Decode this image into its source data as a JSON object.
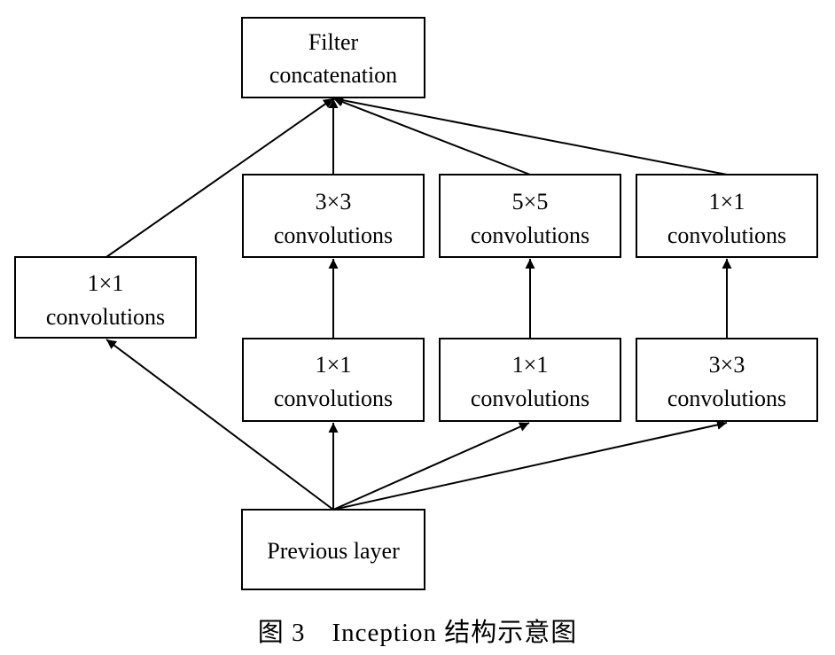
{
  "diagram": {
    "nodes": {
      "concat": {
        "line1": "Filter",
        "line2": "concatenation"
      },
      "conv3x3_top": {
        "line1": "3×3",
        "line2": "convolutions"
      },
      "conv5x5_top": {
        "line1": "5×5",
        "line2": "convolutions"
      },
      "conv1x1_top": {
        "line1": "1×1",
        "line2": "convolutions"
      },
      "conv1x1_left": {
        "line1": "1×1",
        "line2": "convolutions"
      },
      "conv1x1_a": {
        "line1": "1×1",
        "line2": "convolutions"
      },
      "conv1x1_b": {
        "line1": "1×1",
        "line2": "convolutions"
      },
      "conv3x3_c": {
        "line1": "3×3",
        "line2": "convolutions"
      },
      "prev": {
        "line1": "Previous layer"
      }
    },
    "edges": [
      {
        "from": "prev",
        "to": "conv1x1_left"
      },
      {
        "from": "prev",
        "to": "conv1x1_a"
      },
      {
        "from": "prev",
        "to": "conv1x1_b"
      },
      {
        "from": "prev",
        "to": "conv3x3_c"
      },
      {
        "from": "conv1x1_a",
        "to": "conv3x3_top"
      },
      {
        "from": "conv1x1_b",
        "to": "conv5x5_top"
      },
      {
        "from": "conv3x3_c",
        "to": "conv1x1_top"
      },
      {
        "from": "conv1x1_left",
        "to": "concat"
      },
      {
        "from": "conv3x3_top",
        "to": "concat"
      },
      {
        "from": "conv5x5_top",
        "to": "concat"
      },
      {
        "from": "conv1x1_top",
        "to": "concat"
      }
    ]
  },
  "caption": "图 3　Inception 结构示意图"
}
